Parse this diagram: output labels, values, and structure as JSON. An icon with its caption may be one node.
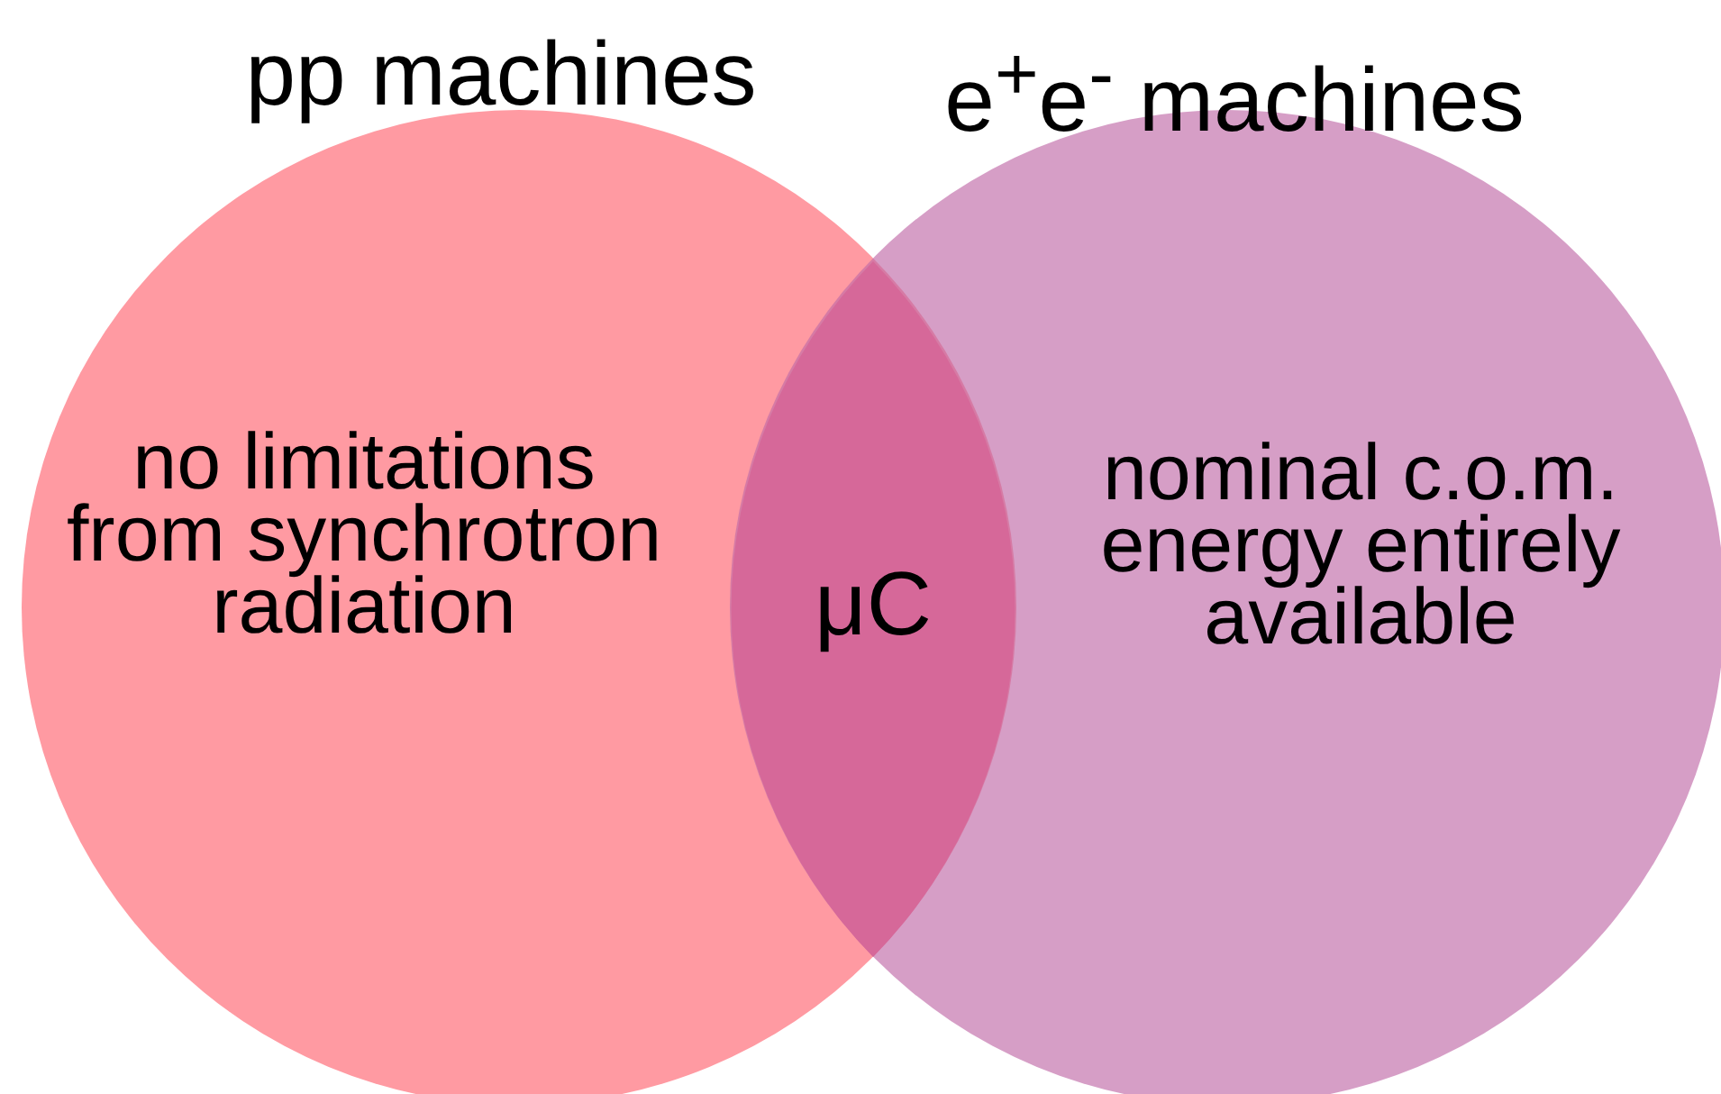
{
  "diagram": {
    "nodes": [
      {
        "text": [
          "pp machines",
          "no limitations from synchrotron radiation"
        ]
      },
      {
        "text": [
          "e$^{+}$e$^{-}$ machines",
          "nominal c.o.m. energy entirely available"
        ]
      },
      {
        "text": [
          "μC"
        ]
      }
    ]
  }
}
